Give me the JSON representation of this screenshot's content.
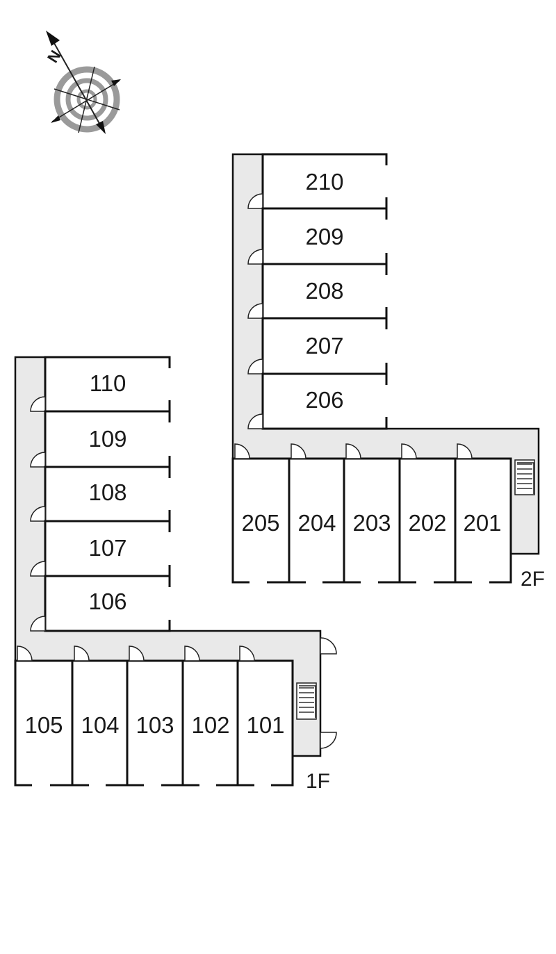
{
  "compass": {
    "north_letter": "N",
    "icon": "compass-north-icon"
  },
  "floors": [
    {
      "label": "1F",
      "tower_units": [
        "110",
        "109",
        "108",
        "107",
        "106"
      ],
      "row_units": [
        "105",
        "104",
        "103",
        "102",
        "101"
      ]
    },
    {
      "label": "2F",
      "tower_units": [
        "210",
        "209",
        "208",
        "207",
        "206"
      ],
      "row_units": [
        "205",
        "204",
        "203",
        "202",
        "201"
      ]
    }
  ],
  "colors": {
    "corridor": "#e9e9e9",
    "wall": "#111111",
    "unit_fill": "#ffffff"
  }
}
